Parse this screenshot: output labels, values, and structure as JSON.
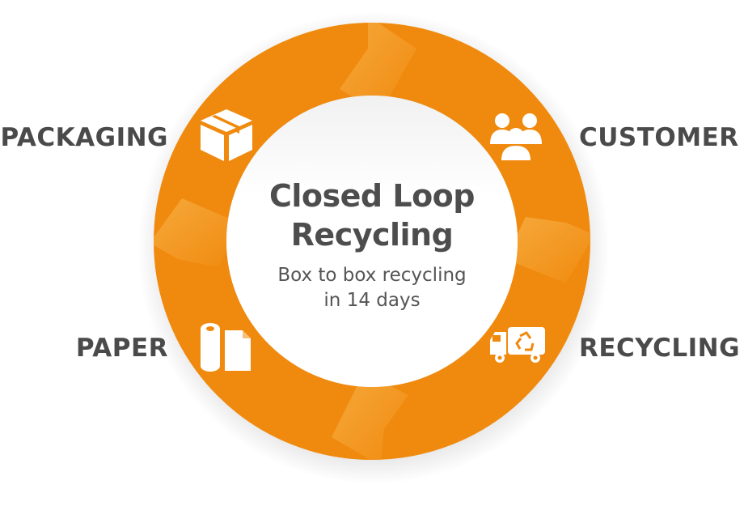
{
  "title": {
    "line1": "Closed Loop",
    "line2": "Recycling"
  },
  "subtitle": {
    "line1": "Box to box recycling",
    "line2": "in 14 days"
  },
  "stages": {
    "packaging": "PACKAGING",
    "customer": "CUSTOMER",
    "recycling": "RECYCLING",
    "paper": "PAPER"
  },
  "icons": {
    "packaging": "box-icon",
    "customer": "people-icon",
    "recycling": "recycling-truck-icon",
    "paper": "paper-roll-icon"
  },
  "colors": {
    "ring": "#f08a0e",
    "ring_light": "#f7a83a",
    "icon": "#ffffff",
    "label": "#4a4a4a",
    "center_text": "#4d4d4d"
  }
}
